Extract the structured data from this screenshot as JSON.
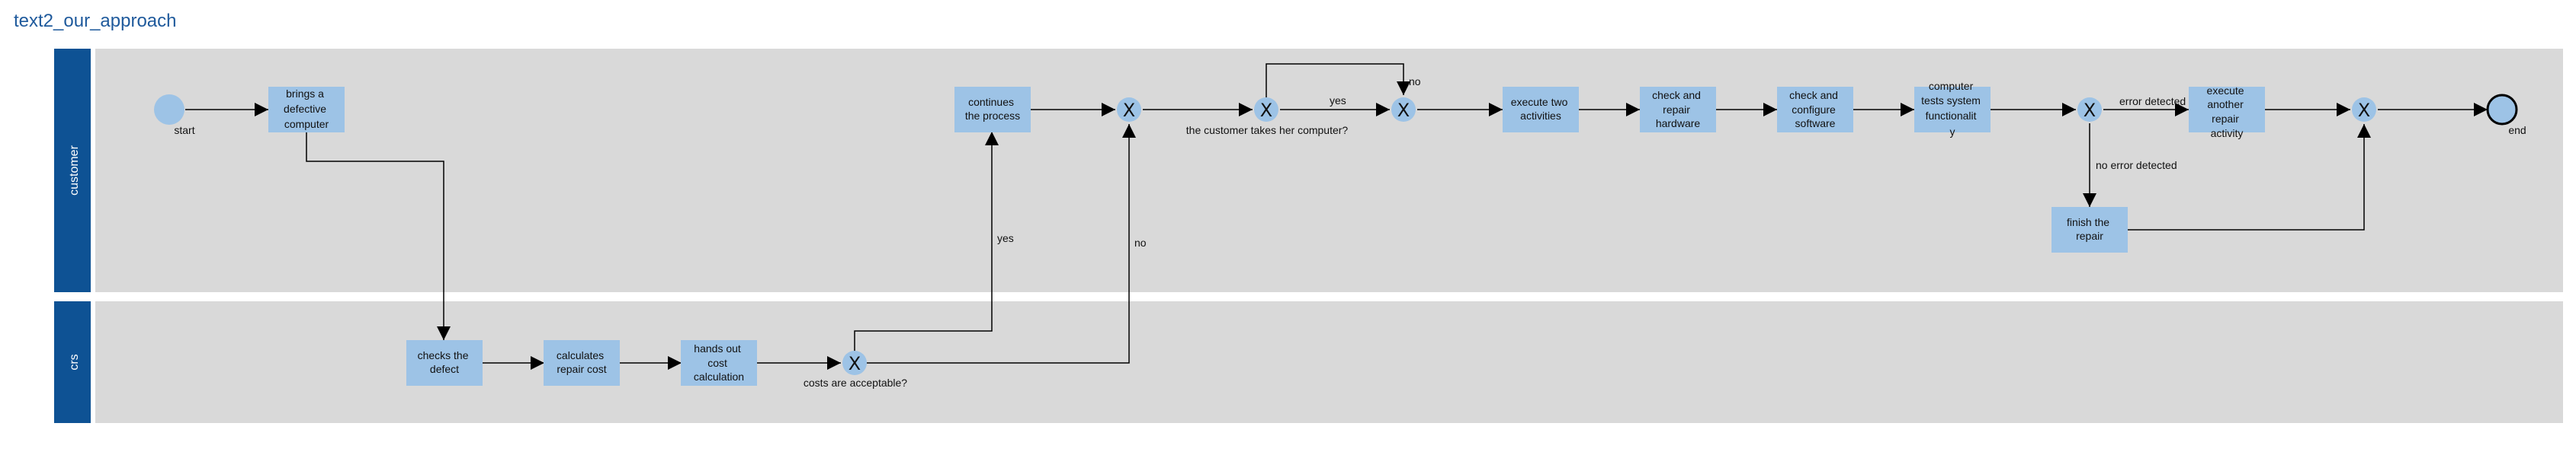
{
  "diagram": {
    "title": "text2_our_approach",
    "lanes": [
      "customer",
      "crs"
    ],
    "start_label": "start",
    "end_label": "end",
    "gateway_symbol": "X",
    "tasks": {
      "brings": [
        "brings a",
        "defective",
        "computer"
      ],
      "checks": [
        "checks the",
        "defect"
      ],
      "calculates": [
        "calculates",
        "repair cost"
      ],
      "handsout": [
        "hands out",
        "cost",
        "calculation"
      ],
      "continues": [
        "continues",
        "the process"
      ],
      "execute_two": [
        "execute two",
        "activities"
      ],
      "check_hw": [
        "check and",
        "repair",
        "hardware"
      ],
      "check_sw": [
        "check and",
        "configure",
        "software"
      ],
      "tests": [
        "computer",
        "tests system",
        "functionalit",
        "y"
      ],
      "execute_another": [
        "execute",
        "another",
        "repair",
        "activity"
      ],
      "finish": [
        "finish the",
        "repair"
      ]
    },
    "gateway_labels": {
      "costs": "costs are acceptable?",
      "takes": "the customer takes her computer?"
    },
    "edge_labels": {
      "yes1": "yes",
      "no1": "no",
      "yes2": "yes",
      "no2": "no",
      "error": "error detected",
      "no_error": "no error detected"
    },
    "colors": {
      "lane_band": "#0e5294",
      "lane_bg": "#d9d9d9",
      "task_fill": "#9dc3e6",
      "title": "#1f5a9c"
    }
  }
}
